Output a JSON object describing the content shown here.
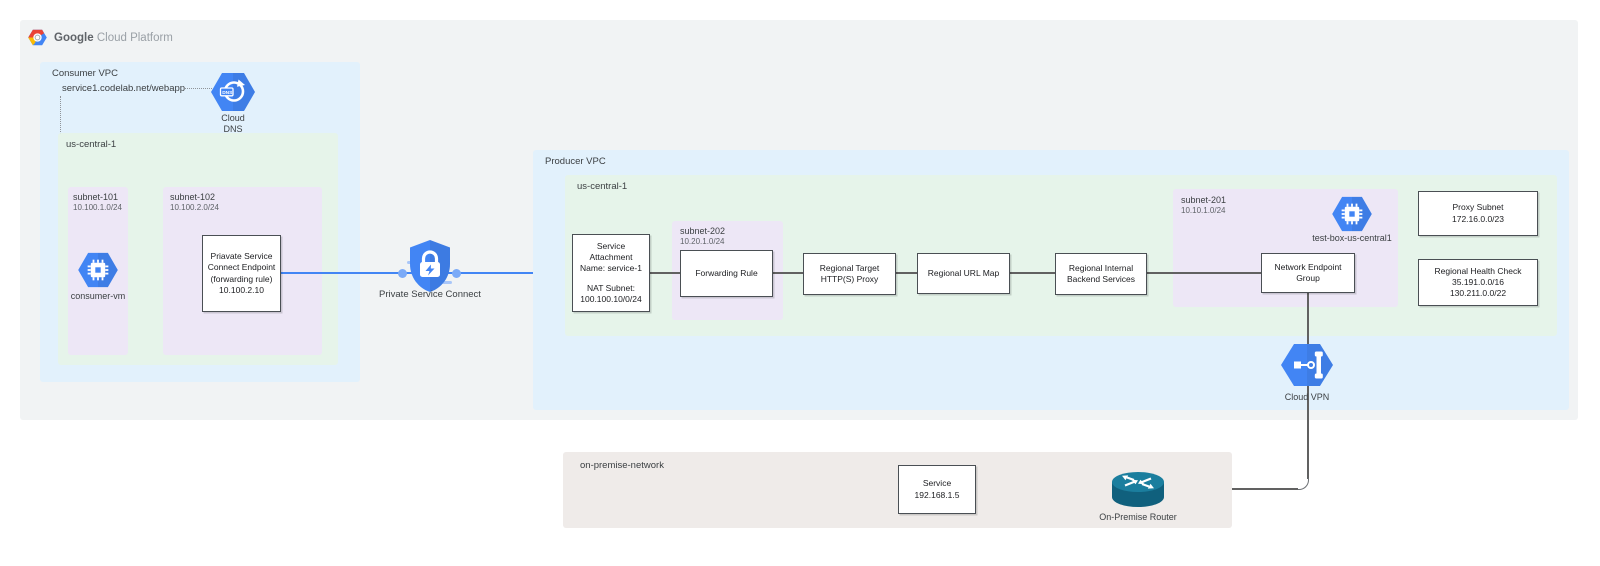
{
  "header": {
    "brand_primary": "Google",
    "brand_secondary": "Cloud Platform"
  },
  "colors": {
    "gcp_bg": "#f1f3f4",
    "vpc_bg": "#e2f1fc",
    "region_bg": "#e6f4ea",
    "subnet_bg": "#ede7f6",
    "onprem_bg": "#efebe9",
    "google_blue": "#4285f4",
    "line_blue": "#4285f4",
    "line_gray": "#616161",
    "router_teal": "#14708e"
  },
  "consumer_vpc": {
    "label": "Consumer VPC",
    "dns_record": "service1.codelab.net/webapp",
    "cloud_dns": {
      "label_line1": "Cloud",
      "label_line2": "DNS",
      "icon_text": "DNS"
    },
    "region_label": "us-central-1",
    "subnet_101": {
      "name": "subnet-101",
      "cidr": "10.100.1.0/24"
    },
    "consumer_vm_label": "consumer-vm",
    "subnet_102": {
      "name": "subnet-102",
      "cidr": "10.100.2.0/24"
    },
    "psc_endpoint": {
      "line1": "Priavate Service",
      "line2": "Connect Endpoint",
      "line3": "(forwarding rule)",
      "line4": "10.100.2.10"
    }
  },
  "psc": {
    "label": "Private Service Connect"
  },
  "producer_vpc": {
    "label": "Producer VPC",
    "region_label": "us-central-1",
    "service_attachment": {
      "line1": "Service",
      "line2": "Attachment",
      "line3": "Name: service-1",
      "line4": "NAT Subnet:",
      "line5": "100.100.10/0/24"
    },
    "subnet_202": {
      "name": "subnet-202",
      "cidr": "10.20.1.0/24"
    },
    "forwarding_rule": "Forwarding Rule",
    "regional_target_proxy": {
      "line1": "Regional Target",
      "line2": "HTTP(S) Proxy"
    },
    "regional_url_map": "Regional URL Map",
    "regional_backend": {
      "line1": "Regional Internal",
      "line2": "Backend Services"
    },
    "subnet_201": {
      "name": "subnet-201",
      "cidr": "10.10.1.0/24"
    },
    "test_box_label": "test-box-us-central1",
    "neg": {
      "line1": "Network Endpoint",
      "line2": "Group"
    },
    "proxy_subnet": {
      "line1": "Proxy Subnet",
      "line2": "172.16.0.0/23"
    },
    "health_check": {
      "line1": "Regional Health Check",
      "line2": "35.191.0.0/16",
      "line3": "130.211.0.0/22"
    },
    "cloud_vpn_label": "Cloud VPN"
  },
  "on_premise": {
    "label": "on-premise-network",
    "service": {
      "line1": "Service",
      "line2": "192.168.1.5"
    },
    "router_label": "On-Premise Router"
  }
}
